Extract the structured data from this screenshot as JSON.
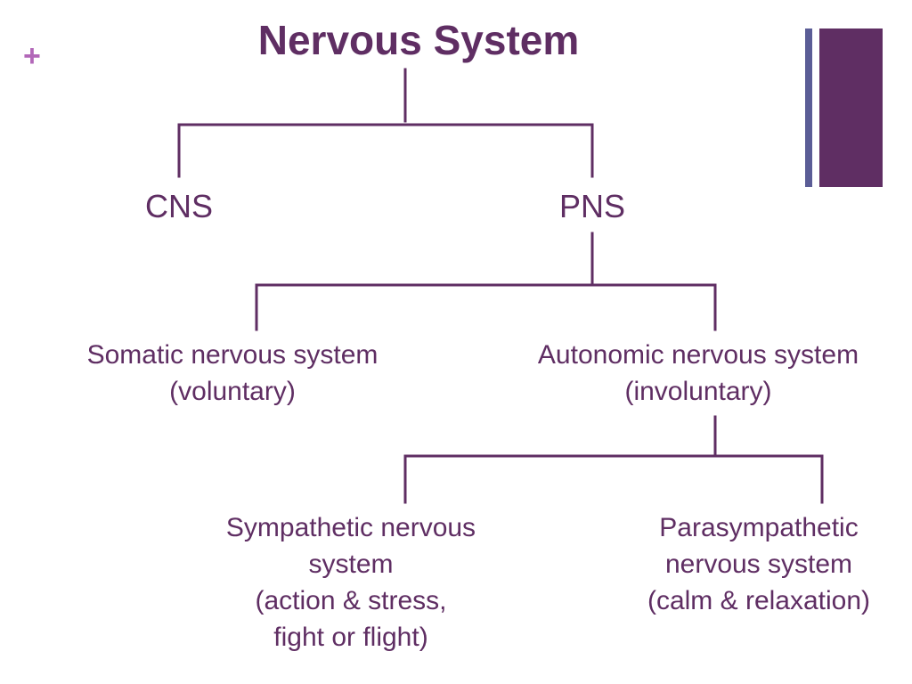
{
  "slide": {
    "plus_glyph": "+",
    "title": "Nervous System"
  },
  "nodes": {
    "cns": {
      "line1": "CNS"
    },
    "pns": {
      "line1": "PNS"
    },
    "somatic": {
      "line1": "Somatic nervous system",
      "line2": "(voluntary)"
    },
    "autonomic": {
      "line1": "Autonomic nervous system",
      "line2": "(involuntary)"
    },
    "sympathetic": {
      "line1": "Sympathetic nervous",
      "line2": "system",
      "line3": "(action & stress,",
      "line4": "fight or flight)"
    },
    "parasympathetic": {
      "line1": "Parasympathetic",
      "line2": "nervous system",
      "line3": "(calm & relaxation)"
    }
  },
  "colors": {
    "title": "#5f2e63",
    "text": "#5f2e63",
    "lines": "#5f2e63",
    "plus": "#b267b8",
    "deco_thin": "#5b5d96",
    "deco_thick": "#5f2e63"
  }
}
